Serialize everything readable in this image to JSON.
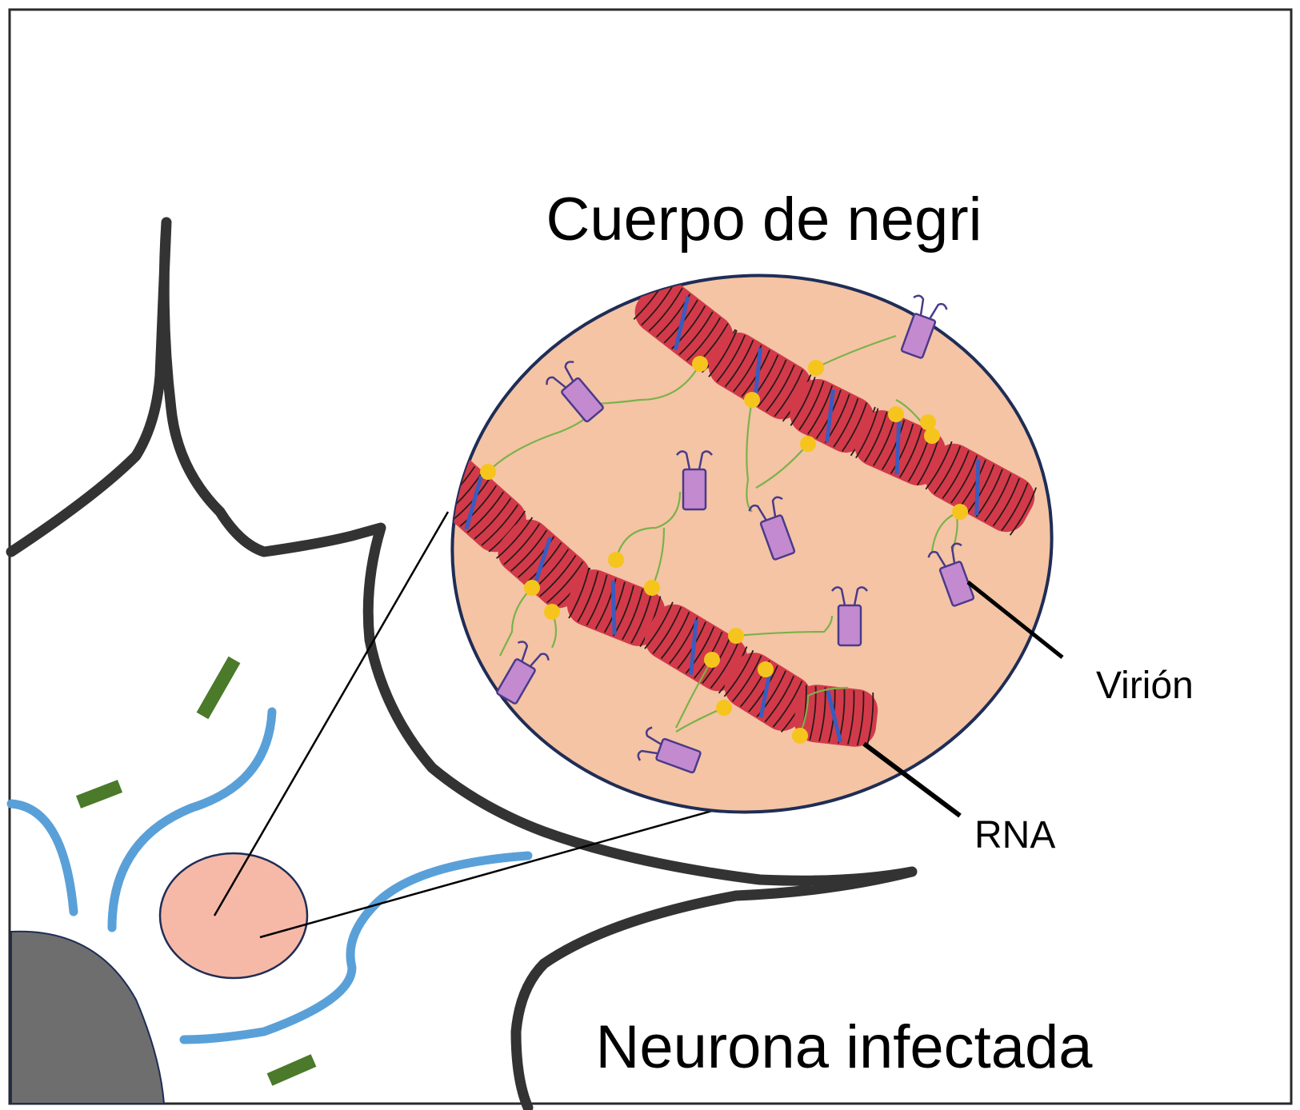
{
  "labels": {
    "title": "Cuerpo de negri",
    "virion": "Virión",
    "rna": "RNA",
    "caption": "Neurona infectada"
  },
  "colors": {
    "frame": "#2a2a2a",
    "neuron_outline": "#333333",
    "nucleus": "#6e6e6e",
    "er_membrane": "#5aa0d8",
    "mitochondria": "#4a7a2a",
    "negri_fill": "#f4c4a4",
    "negri_outline": "#1f2d56",
    "small_body_fill": "#f6b9a8",
    "rna_strand": "#d23a4a",
    "rna_accent": "#3a5cbf",
    "virion_body": "#c48ad0",
    "virion_outline": "#4a3a8a",
    "linker": "#7ab24a",
    "protein_dot": "#f6c51d"
  },
  "icons": [
    "virion-icon",
    "rna-strand",
    "protein-dot"
  ]
}
